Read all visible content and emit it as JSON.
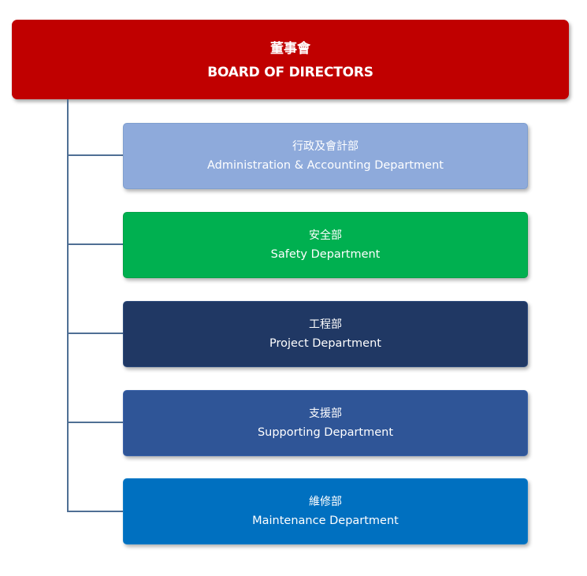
{
  "board": {
    "name_zh": "董事會",
    "name_en": "BOARD OF DIRECTORS",
    "color": "#c00000"
  },
  "connector_color": "#4f6f94",
  "departments": [
    {
      "name_zh": "行政及會計部",
      "name_en": "Administration & Accounting Department",
      "color": "#8eaadb",
      "border": "#7f9fcf"
    },
    {
      "name_zh": "安全部",
      "name_en": "Safety Department",
      "color": "#00b050",
      "border": "#00a046"
    },
    {
      "name_zh": "工程部",
      "name_en": "Project Department",
      "color": "#203864",
      "border": "#2c4a7c"
    },
    {
      "name_zh": "支援部",
      "name_en": "Supporting Department",
      "color": "#2f5597",
      "border": "#3a62a8"
    },
    {
      "name_zh": "維修部",
      "name_en": "Maintenance Department",
      "color": "#0070c0",
      "border": "#0f7cc8"
    }
  ]
}
